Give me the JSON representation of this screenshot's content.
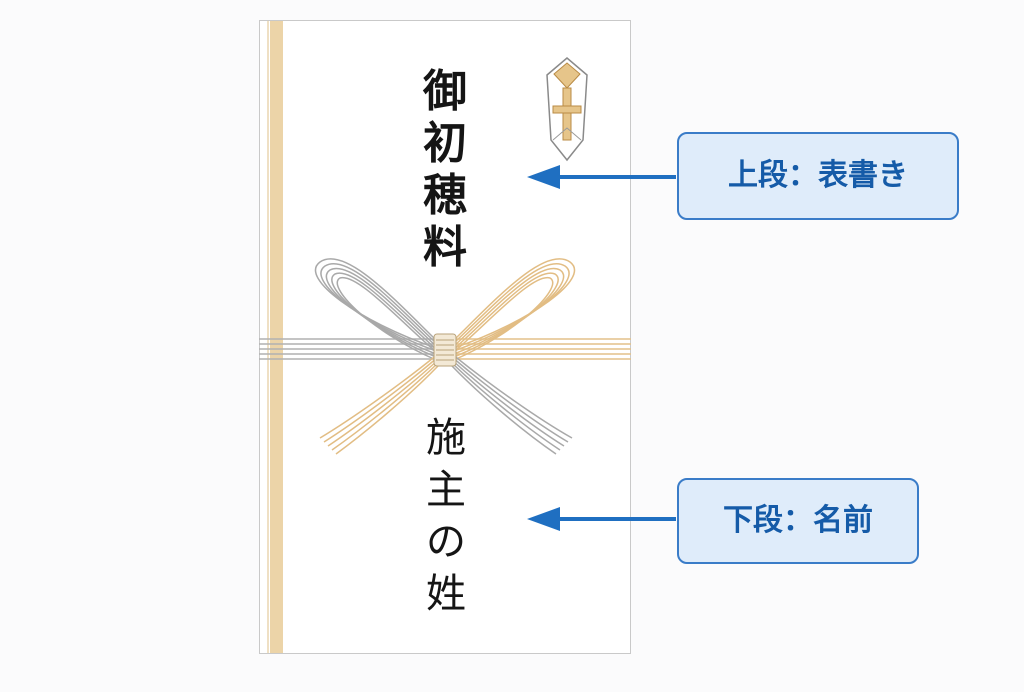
{
  "envelope": {
    "title_chars": [
      "御",
      "初",
      "穂",
      "料"
    ],
    "name_chars": [
      "施",
      "主",
      "の",
      "姓"
    ]
  },
  "labels": {
    "upper": "上段：表書き",
    "lower": "下段：名前"
  },
  "colors": {
    "accent_blue": "#1f6fc1",
    "label_bg": "#dfecfa",
    "label_border": "#3a7cc8",
    "label_text": "#155ba8",
    "gold": "#e8c890",
    "silver": "#a8a8a8"
  }
}
